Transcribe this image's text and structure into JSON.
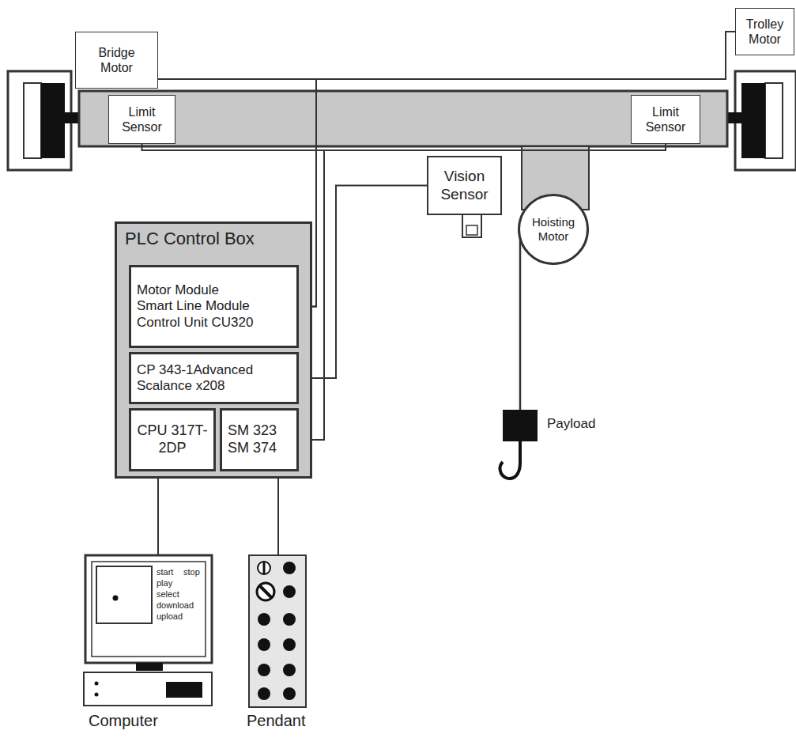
{
  "diagram": {
    "nodes": [
      {
        "text": [
          "Bridge Motor"
        ]
      },
      {
        "text": [
          "Trolley Motor"
        ]
      },
      {
        "text": [
          "Limit Sensor"
        ]
      },
      {
        "text": [
          "Limit Sensor"
        ]
      },
      {
        "text": [
          "Vision Sensor"
        ]
      },
      {
        "text": [
          "Hoisting Motor"
        ]
      },
      {
        "text": [
          "PLC Control Box"
        ]
      },
      {
        "text": [
          "Motor Module",
          "Smart Line Module",
          "Control Unit CU320"
        ],
        "in": 6
      },
      {
        "text": [
          "CP 343-1Advanced",
          "Scalance x208"
        ],
        "in": 6
      },
      {
        "text": [
          "CPU 317T-2DP"
        ],
        "in": 6
      },
      {
        "text": [
          "SM 323",
          "SM 374"
        ],
        "in": 6
      }
    ],
    "edges": [
      {
        "from": 0,
        "to": 7,
        "arrow": "none"
      },
      {
        "from": 1,
        "to": 7,
        "arrow": "none"
      },
      {
        "from": 2,
        "to": 10,
        "arrow": "none"
      },
      {
        "from": 3,
        "to": 10,
        "arrow": "none"
      },
      {
        "from": 4,
        "to": 8,
        "arrow": "none"
      }
    ],
    "labels": [
      "Payload",
      "start",
      "stop",
      "play",
      "select",
      "download",
      "upload",
      "Computer",
      "Pendant"
    ]
  }
}
